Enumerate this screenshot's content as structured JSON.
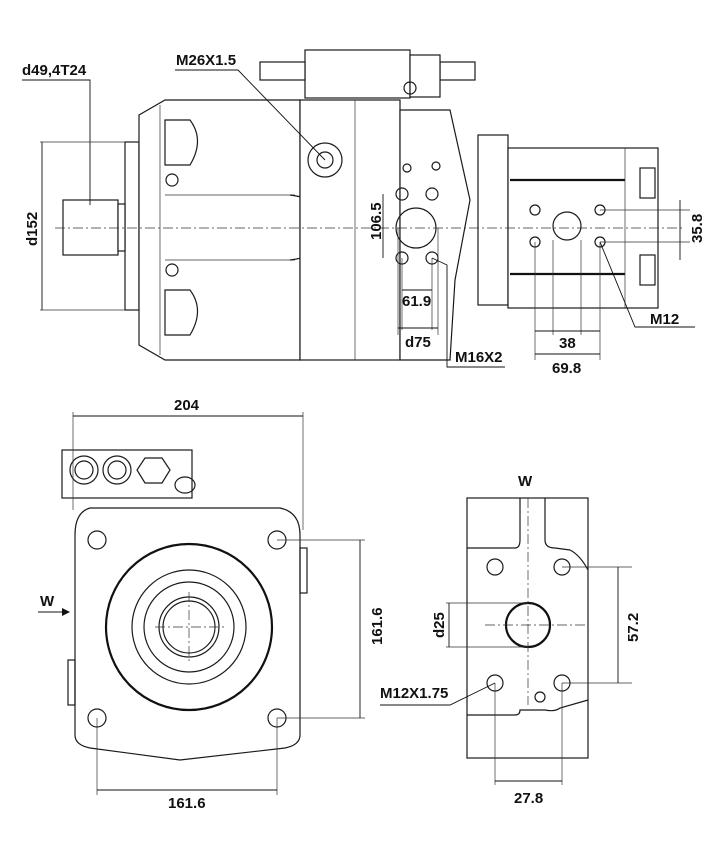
{
  "drawing": {
    "title": "Hydraulic pump dimensional drawing",
    "side_view": {
      "labels": {
        "shaft_spline": "d49,4T24",
        "gauge_port": "M26X1.5",
        "flange_diameter": "d152",
        "port_spacing_vertical": "106.5",
        "port_spacing_horizontal": "61.9",
        "port_diameter": "d75",
        "port_thread": "M16X2",
        "rear_port_vertical": "35.8",
        "rear_port_thread": "M12",
        "rear_port_inner": "38",
        "rear_port_outer": "69.8"
      }
    },
    "front_view": {
      "labels": {
        "overall_width": "204",
        "bolt_spacing_vertical": "161.6",
        "bolt_spacing_horizontal": "161.6",
        "view_arrow": "W"
      }
    },
    "port_view": {
      "labels": {
        "view_title": "W",
        "port_diameter": "d25",
        "bolt_spacing_vertical": "57.2",
        "bolt_thread": "M12X1.75",
        "bolt_offset": "27.8"
      }
    }
  }
}
